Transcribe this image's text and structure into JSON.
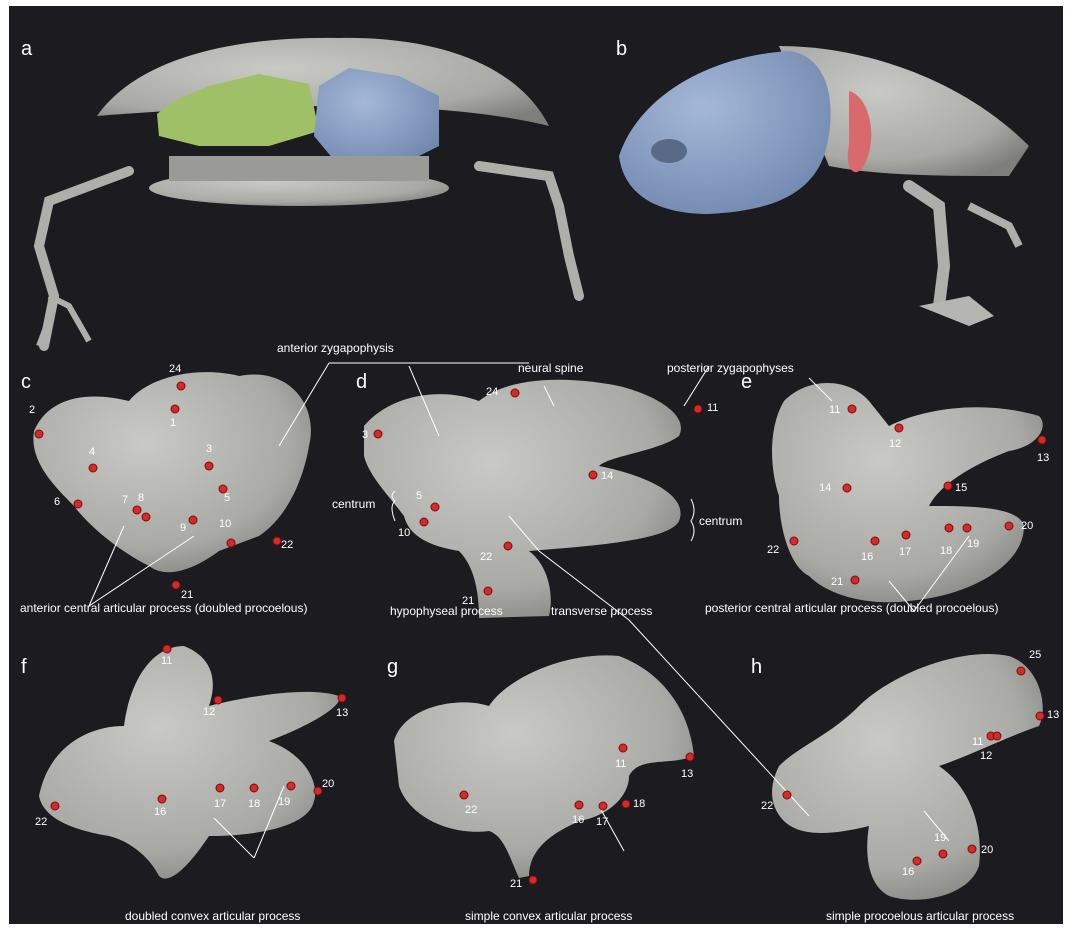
{
  "panels": {
    "a": "a",
    "b": "b",
    "c": "c",
    "d": "d",
    "e": "e",
    "f": "f",
    "g": "g",
    "h": "h"
  },
  "labels": {
    "anterior_zygapophysis": "anterior zygapophysis",
    "neural_spine": "neural spine",
    "posterior_zygapophyses": "posterior zygapophyses",
    "centrum": "centrum",
    "anterior_central_articular_process": "anterior central articular process (doubled procoelous)",
    "hypophyseal_process": "hypophyseal process",
    "transverse_process": "transverse process",
    "posterior_central_articular_process": "posterior central articular process (doubled procoelous)",
    "doubled_convex": "doubled convex articular process",
    "simple_convex": "simple convex articular process",
    "simple_procoelous": "simple procoelous articular process"
  },
  "landmarks": {
    "c": [
      "24",
      "2",
      "1",
      "4",
      "3",
      "5",
      "6",
      "7",
      "8",
      "9",
      "10",
      "22",
      "21"
    ],
    "d": [
      "24",
      "3",
      "5",
      "14",
      "10",
      "22",
      "21",
      "11"
    ],
    "e": [
      "11",
      "12",
      "13",
      "14",
      "15",
      "22",
      "16",
      "17",
      "18",
      "19",
      "20",
      "21"
    ],
    "f": [
      "11",
      "12",
      "13",
      "22",
      "16",
      "17",
      "18",
      "19",
      "20"
    ],
    "g": [
      "11",
      "13",
      "22",
      "16",
      "17",
      "18",
      "21"
    ],
    "h": [
      "25",
      "11",
      "13",
      "12",
      "22",
      "19",
      "20",
      "16"
    ]
  },
  "colors": {
    "background": "#1c1b20",
    "bone": "#b9b9b6",
    "skull_blue": "#8fa6c9",
    "green_region": "#9fc067",
    "red_region": "#d86a6e",
    "landmark": "#d42a2a"
  }
}
